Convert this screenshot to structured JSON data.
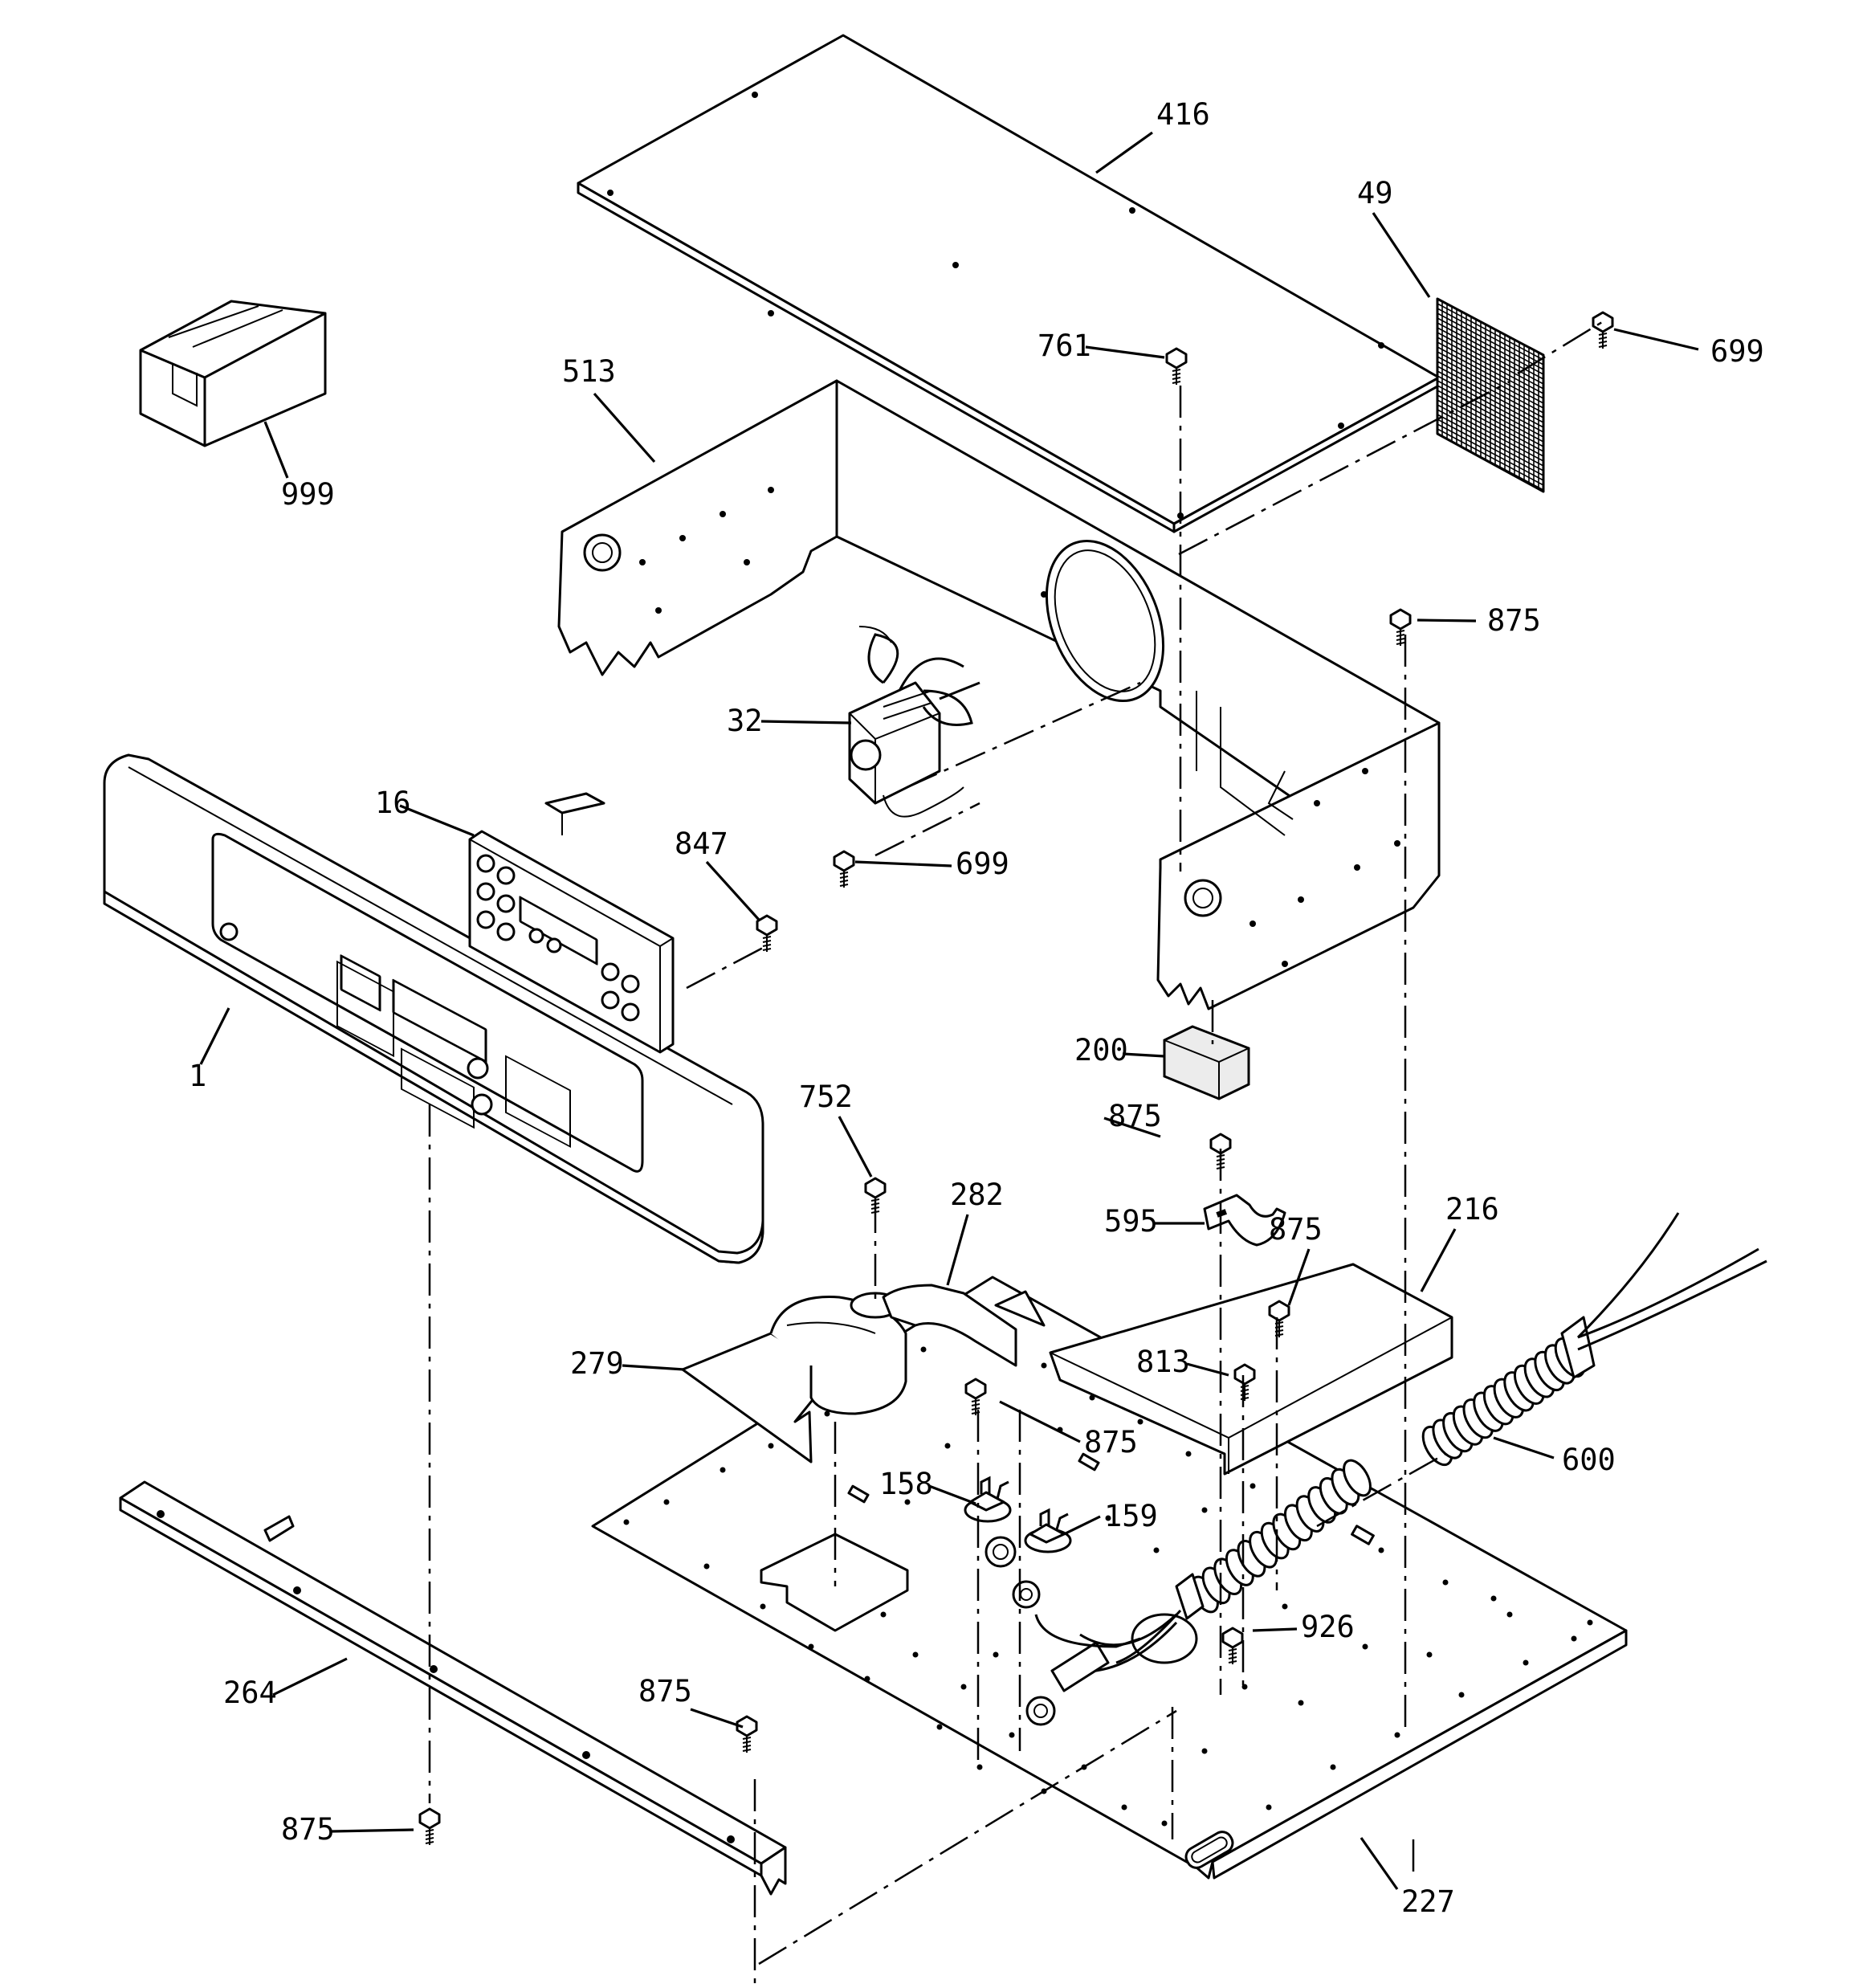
{
  "callouts": [
    {
      "id": "416",
      "text": "416"
    },
    {
      "id": "49",
      "text": "49"
    },
    {
      "id": "699a",
      "text": "699"
    },
    {
      "id": "761",
      "text": "761"
    },
    {
      "id": "513",
      "text": "513"
    },
    {
      "id": "999",
      "text": "999"
    },
    {
      "id": "875a",
      "text": "875"
    },
    {
      "id": "32",
      "text": "32"
    },
    {
      "id": "16",
      "text": "16"
    },
    {
      "id": "847",
      "text": "847"
    },
    {
      "id": "699b",
      "text": "699"
    },
    {
      "id": "1",
      "text": "1"
    },
    {
      "id": "200",
      "text": "200"
    },
    {
      "id": "752",
      "text": "752"
    },
    {
      "id": "875b",
      "text": "875"
    },
    {
      "id": "282",
      "text": "282"
    },
    {
      "id": "595",
      "text": "595"
    },
    {
      "id": "216",
      "text": "216"
    },
    {
      "id": "875c",
      "text": "875"
    },
    {
      "id": "279",
      "text": "279"
    },
    {
      "id": "813",
      "text": "813"
    },
    {
      "id": "875d",
      "text": "875"
    },
    {
      "id": "600",
      "text": "600"
    },
    {
      "id": "158",
      "text": "158"
    },
    {
      "id": "159",
      "text": "159"
    },
    {
      "id": "926",
      "text": "926"
    },
    {
      "id": "264",
      "text": "264"
    },
    {
      "id": "875e",
      "text": "875"
    },
    {
      "id": "875f",
      "text": "875"
    },
    {
      "id": "227",
      "text": "227"
    }
  ]
}
